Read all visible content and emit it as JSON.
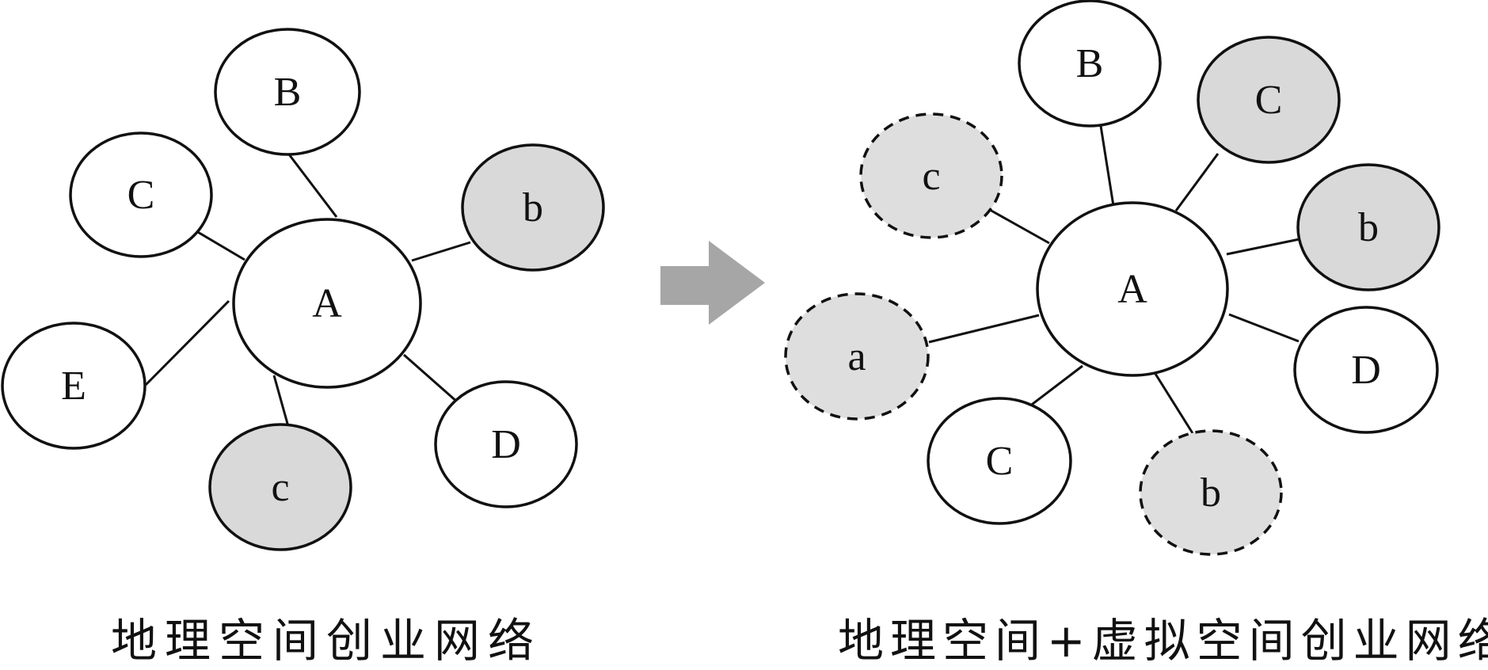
{
  "diagram": {
    "left_network": {
      "caption": "地理空间创业网络",
      "nodes": [
        {
          "id": "A",
          "label": "A",
          "type": "plain"
        },
        {
          "id": "B",
          "label": "B",
          "type": "plain"
        },
        {
          "id": "C",
          "label": "C",
          "type": "plain"
        },
        {
          "id": "E",
          "label": "E",
          "type": "plain"
        },
        {
          "id": "b",
          "label": "b",
          "type": "shaded"
        },
        {
          "id": "c",
          "label": "c",
          "type": "shaded"
        },
        {
          "id": "D",
          "label": "D",
          "type": "plain"
        }
      ]
    },
    "right_network": {
      "caption": "地理空间+虚拟空间创业网络",
      "nodes": [
        {
          "id": "A",
          "label": "A",
          "type": "plain"
        },
        {
          "id": "B",
          "label": "B",
          "type": "plain"
        },
        {
          "id": "C1",
          "label": "C",
          "type": "shaded"
        },
        {
          "id": "b1",
          "label": "b",
          "type": "shaded"
        },
        {
          "id": "D",
          "label": "D",
          "type": "plain"
        },
        {
          "id": "b2",
          "label": "b",
          "type": "dashed"
        },
        {
          "id": "C2",
          "label": "C",
          "type": "plain"
        },
        {
          "id": "a",
          "label": "a",
          "type": "dashed"
        },
        {
          "id": "c",
          "label": "c",
          "type": "dashed"
        }
      ]
    },
    "colors": {
      "stroke": "#111111",
      "plain_fill": "#ffffff",
      "shaded_fill": "#d9d9d9",
      "dashed_fill": "#dedede",
      "arrow": "#a6a6a6"
    }
  }
}
